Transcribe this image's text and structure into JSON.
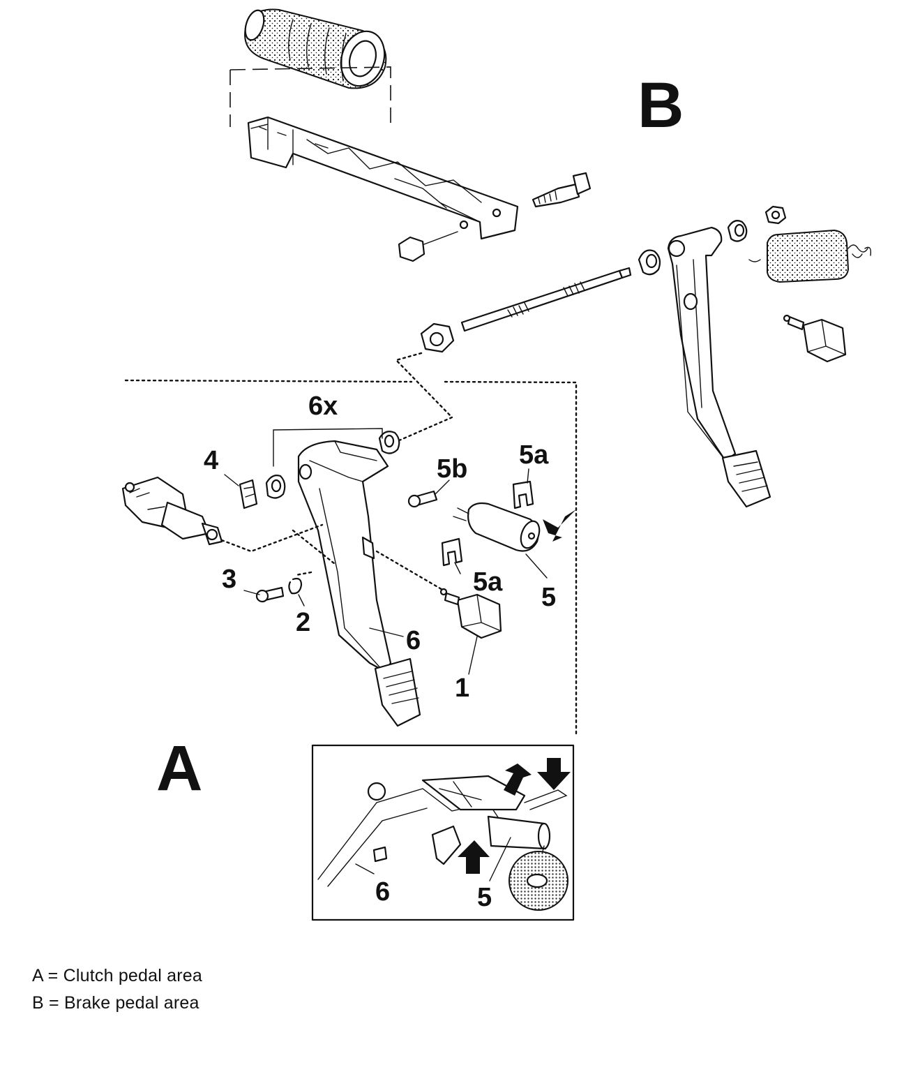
{
  "diagram": {
    "section_labels": {
      "a": "A",
      "b": "B"
    },
    "callouts": {
      "c6x": "6x",
      "c4": "4",
      "c5b": "5b",
      "c5a_top": "5a",
      "c5a_bottom": "5a",
      "c5": "5",
      "c3": "3",
      "c2": "2",
      "c6": "6",
      "c1": "1",
      "inset_6": "6",
      "inset_5": "5"
    }
  },
  "legend": [
    {
      "key": "A",
      "sep": "=",
      "text": "Clutch pedal area"
    },
    {
      "key": "B",
      "sep": "=",
      "text": "Brake pedal area"
    }
  ]
}
